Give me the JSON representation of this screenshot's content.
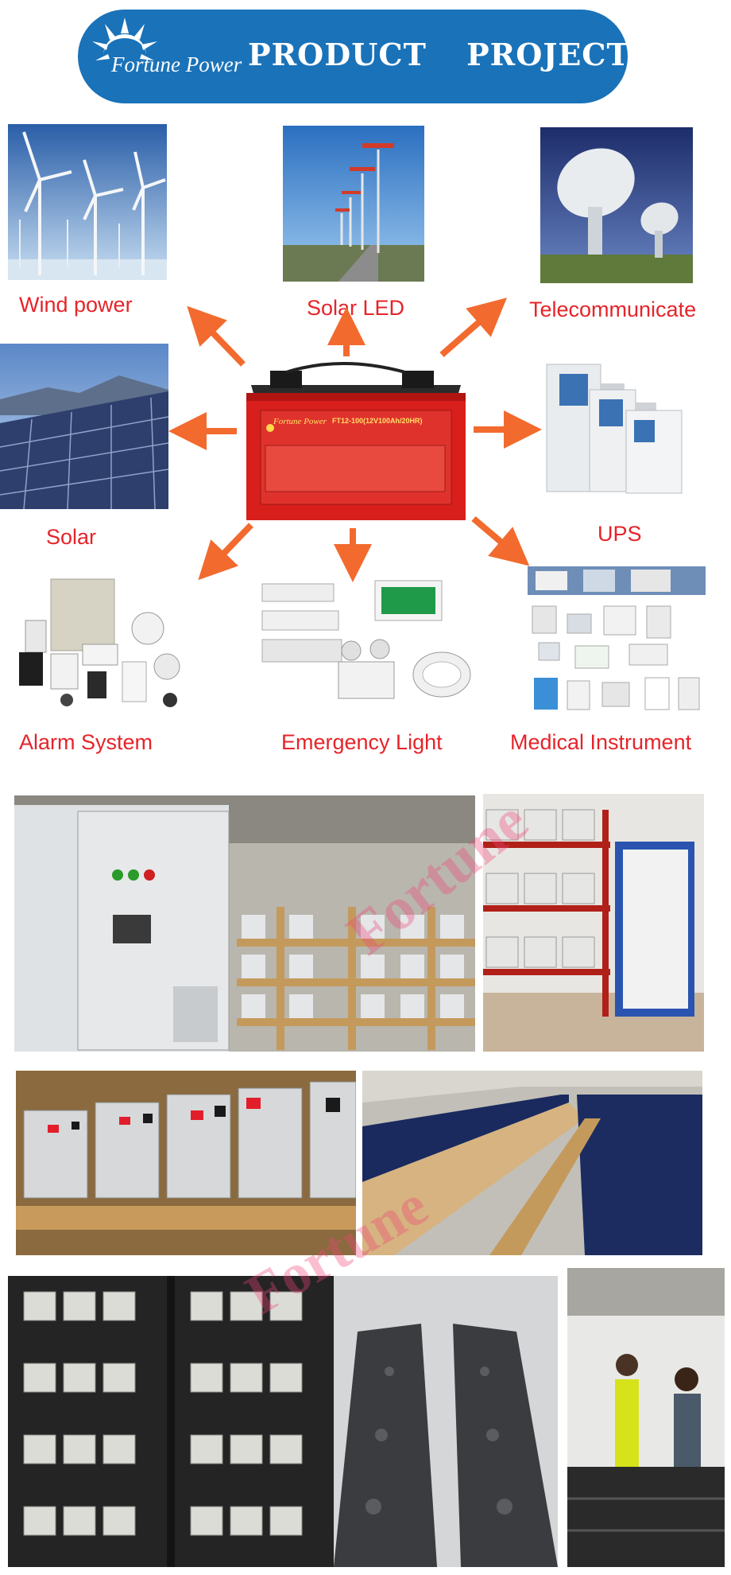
{
  "header": {
    "brand": "Fortune Power",
    "title": "PRODUCT PROJECT"
  },
  "applications": [
    {
      "label": "Wind power",
      "icon": "wind-turbine-photo"
    },
    {
      "label": "Solar LED",
      "icon": "street-light-photo"
    },
    {
      "label": "Telecommunicate",
      "icon": "satellite-dish-photo"
    },
    {
      "label": "Solar",
      "icon": "solar-panel-photo"
    },
    {
      "label": "UPS",
      "icon": "ups-cabinet-photo"
    },
    {
      "label": "Alarm System",
      "icon": "alarm-devices-photo"
    },
    {
      "label": "Emergency Light",
      "icon": "emergency-light-photo"
    },
    {
      "label": "Medical Instrument",
      "icon": "medical-instrument-photo"
    }
  ],
  "battery": {
    "brand": "Fortune Power",
    "model": "FT12-100(12V100Ah/20HR)"
  },
  "watermark": "Fortune",
  "colors": {
    "banner": "#1a72b8",
    "label": "#e5242a",
    "arrow": "#f26a2e",
    "battery": "#d81f1b"
  }
}
